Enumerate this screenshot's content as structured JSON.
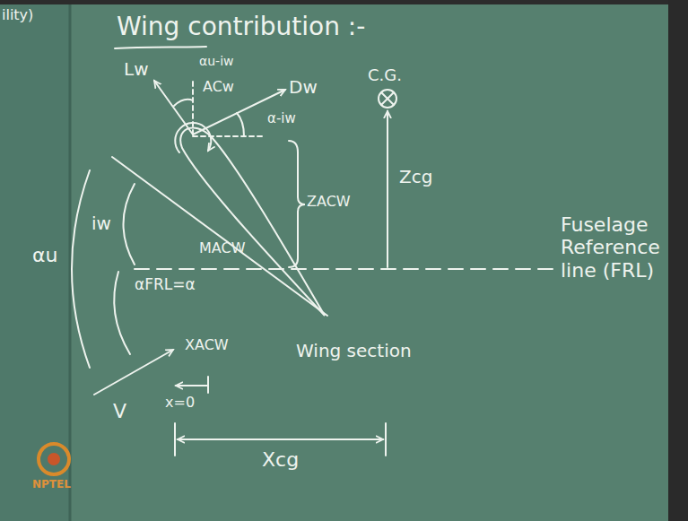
{
  "diagram": {
    "title": "Wing contribution :-",
    "labels": [
      "ility)",
      "C.G.",
      "Lw",
      "αu-iw",
      "ACw",
      "Dw",
      "α-iw",
      "Zcg",
      "ZACW",
      "iw",
      "αu",
      "MACW",
      "αFRL=α",
      "Fuselage Reference line (FRL)",
      "XACW",
      "V",
      "x=0",
      "Wing section",
      "Xcg",
      "NPTEL"
    ]
  }
}
